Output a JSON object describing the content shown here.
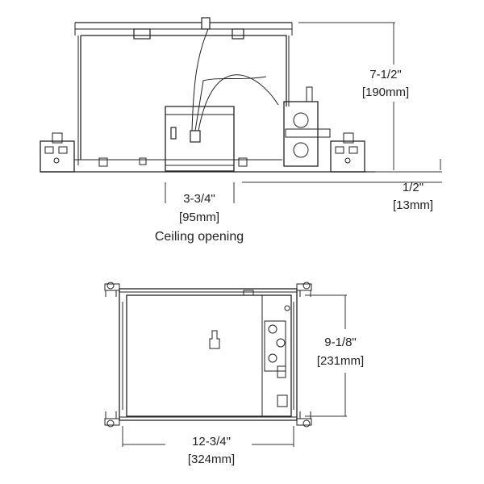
{
  "side_view": {
    "height_dim": {
      "imperial": "7-1/2\"",
      "metric": "[190mm]"
    },
    "flange_dim": {
      "imperial": "1/2\"",
      "metric": "[13mm]"
    },
    "opening_dim": {
      "imperial": "3-3/4\"",
      "metric": "[95mm]",
      "caption": "Ceiling opening"
    }
  },
  "top_view": {
    "depth_dim": {
      "imperial": "9-1/8\"",
      "metric": "[231mm]"
    },
    "width_dim": {
      "imperial": "12-3/4\"",
      "metric": "[324mm]"
    }
  }
}
